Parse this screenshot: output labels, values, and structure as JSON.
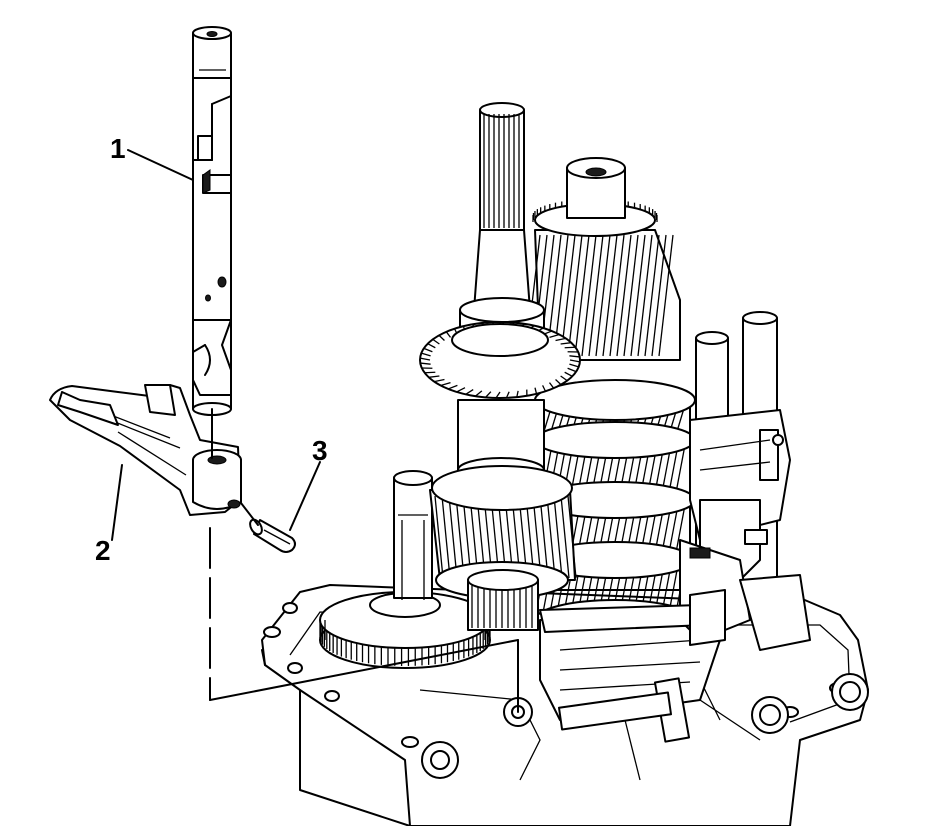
{
  "callouts": [
    {
      "id": "1",
      "label": "1",
      "part": "shift-rail"
    },
    {
      "id": "2",
      "label": "2",
      "part": "shift-fork"
    },
    {
      "id": "3",
      "label": "3",
      "part": "roll-pin"
    }
  ]
}
